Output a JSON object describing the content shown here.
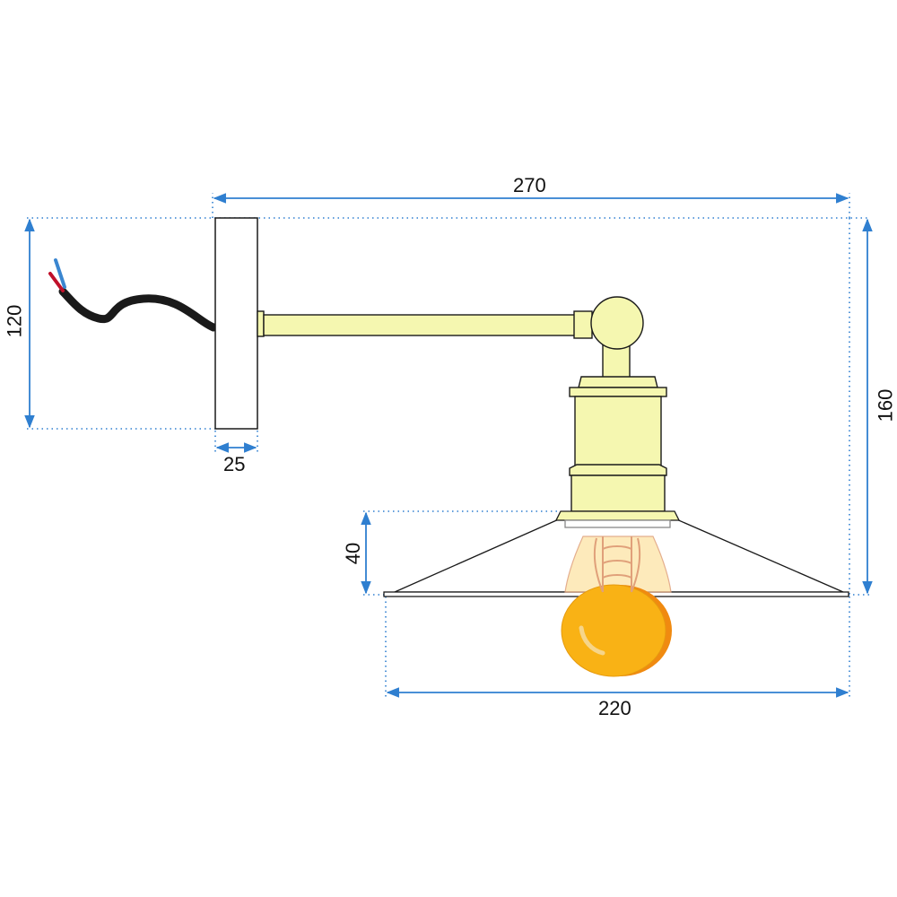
{
  "dimensions": {
    "total_width": "270",
    "mount_height": "120",
    "total_height": "160",
    "mount_depth": "25",
    "shade_height": "40",
    "shade_diameter": "220"
  },
  "colors": {
    "dimension_line": "#2f7fd0",
    "outline": "#1a1a1a",
    "brass_fill": "#f5f7b0",
    "bulb_fill": "#f9b215",
    "bulb_shadow": "#f08a10",
    "filament": "#e0a07a",
    "cable": "#1a1a1a",
    "wire_red": "#c0102a",
    "wire_blue": "#3a86d0"
  }
}
